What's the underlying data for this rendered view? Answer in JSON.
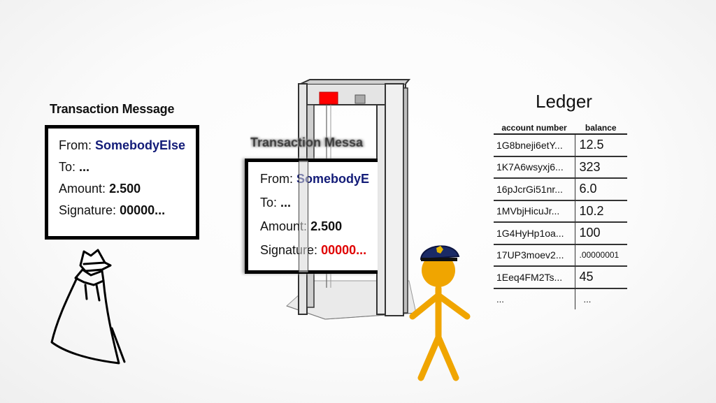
{
  "left_message": {
    "title": "Transaction Message",
    "from_label": "From:",
    "from_value": "SomebodyElse",
    "to_label": "To:",
    "to_value": "...",
    "amount_label": "Amount:",
    "amount_value": "2.500",
    "signature_label": "Signature:",
    "signature_value": "00000..."
  },
  "middle_message": {
    "title": "Transaction Messa",
    "from_label": "From:",
    "from_value": "SomebodyE",
    "to_label": "To:",
    "to_value": "...",
    "amount_label": "Amount:",
    "amount_value": "2.500",
    "signature_label": "Signature:",
    "signature_value": "00000..."
  },
  "ledger": {
    "title": "Ledger",
    "col_account": "account number",
    "col_balance": "balance",
    "rows": [
      {
        "account": "1G8bneji6etY...",
        "balance": "12.5"
      },
      {
        "account": "1K7A6wsyxj6...",
        "balance": "323"
      },
      {
        "account": "16pJcrGi51nr...",
        "balance": "6.0"
      },
      {
        "account": "1MVbjHicuJr...",
        "balance": "10.2"
      },
      {
        "account": "1G4HyHp1oa...",
        "balance": "100"
      },
      {
        "account": "17UP3moev2...",
        "balance": ".00000001"
      },
      {
        "account": "1Eeq4FM2Ts...",
        "balance": "45"
      },
      {
        "account": "...",
        "balance": "..."
      }
    ]
  },
  "colors": {
    "sender_name": "#131c78",
    "invalid_signature": "#e00000",
    "guard_body": "#f0a500",
    "guard_cap": "#1a2a66",
    "detector_alarm": "#ff0000"
  }
}
